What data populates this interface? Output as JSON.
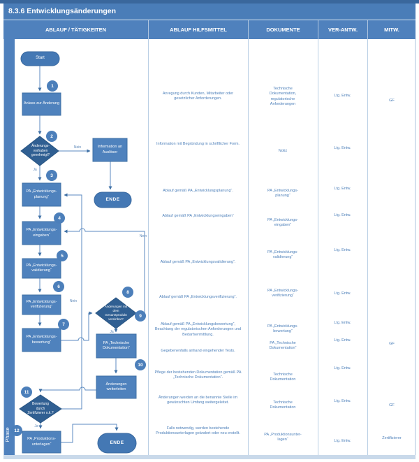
{
  "title": "8.3.6 Entwicklungsänderungen",
  "phase": "Phase",
  "header": {
    "col1": "ABLAUF / TÄTIGKEITEN",
    "col2": "ABLAUF HILFSMITTEL",
    "col3": "DOKUMENTE",
    "col4": "VER-ANTW.",
    "col5": "MITW."
  },
  "flow": {
    "start": "Start",
    "ende1": "ENDE",
    "ende2": "ENDE",
    "ja": "Ja",
    "nein": "Nein",
    "n1": "Anlass zur Änderung",
    "d2": "Änderungs-\nvorhaben\ngenehmigt?",
    "info": "Information an Auslöser",
    "n3": "PA „Entwicklungs-planung“",
    "n4": "PA „Entwicklungs-eingaben“",
    "n5": "PA „Entwicklungs-validierung“",
    "n6": "PA „Entwicklungs-verifizierung“",
    "n7": "PA „Entwicklungs-bewertung“",
    "d8": "Änderungen mit\ndem\nGesamtprodukt\nvereinbar?",
    "n9": "PA „Technische Dokumentation“",
    "n10": "Änderungen weiterleiten",
    "d11": "Bewertung\ndurch\nZertifizierer o.k.?",
    "n12": "PA „Produktions-unterlagen“",
    "numbers": [
      "1",
      "2",
      "3",
      "4",
      "5",
      "6",
      "7",
      "8",
      "9",
      "10",
      "11",
      "12"
    ]
  },
  "rows": [
    {
      "hilfsmittel": "Anregung durch Kunden, Mitarbeiter oder gesetzlicher Anforderungen.",
      "dokumente": "Technische Dokumentation, regulatorische Anforderungen",
      "verantw": "Ltg. Entw.",
      "mitw": "GF"
    },
    {
      "hilfsmittel": "Information mit Begründung in schriftlicher Form.",
      "dokumente": "Notiz",
      "verantw": "Ltg. Entw."
    },
    {
      "hilfsmittel": "Ablauf gemäß PA „Entwicklungsplanung“.",
      "dokumente": "PA „Entwicklungs-planung“",
      "verantw": "Ltg. Entw."
    },
    {
      "hilfsmittel": "Ablauf gemäß PA „Entwicklungseingaben“",
      "dokumente": "PA „Entwicklungs-eingaben“",
      "verantw": "Ltg. Entw."
    },
    {
      "hilfsmittel": "Ablauf gemäß PA „Entwicklungsvalidierung“.",
      "dokumente": "PA „Entwicklungs-validierung“",
      "verantw": "Ltg. Entw."
    },
    {
      "hilfsmittel": "Ablauf gemäß PA „Entwicklungsverifizierung“.",
      "dokumente": "PA „Entwicklungs-verifizierung“",
      "verantw": "Ltg. Entw."
    },
    {
      "hilfsmittel": "Ablauf gemäß PA „Entwicklungsbewertung“, Beachtung der regulatorischen Anforderungen und Bedarfsermittlung.",
      "hilfsmittel2": "Gegebenenfalls anhand eingehender Tests.",
      "dokumente": "PA „Entwicklungs-bewertung“",
      "dokumente2": "PA „Technische Dokumentation“",
      "verantw": "Ltg. Entw.",
      "verantw2": "Ltg. Entw.",
      "mitw": "GF"
    },
    {
      "hilfsmittel": "Pflege der bestehenden Dokumentation gemäß PA „Technische Dokumentation“.",
      "dokumente": "Technische Dokumentation",
      "verantw": "Ltg. Entw."
    },
    {
      "hilfsmittel": "Änderungen werden an die benannte Stelle im gewünschten Umfang weitergeleitet.",
      "dokumente": "Technische Dokumentation",
      "verantw": "Ltg. Entw.",
      "mitw": "GF"
    },
    {
      "hilfsmittel": "Falls notwendig, werden bestehende Produktionsunterlagen geändert oder neu erstellt.",
      "dokumente": "PA „Produktionsunter-lagen“",
      "verantw": "Ltg. Entw.",
      "mitw": "Zertifizierer"
    }
  ]
}
